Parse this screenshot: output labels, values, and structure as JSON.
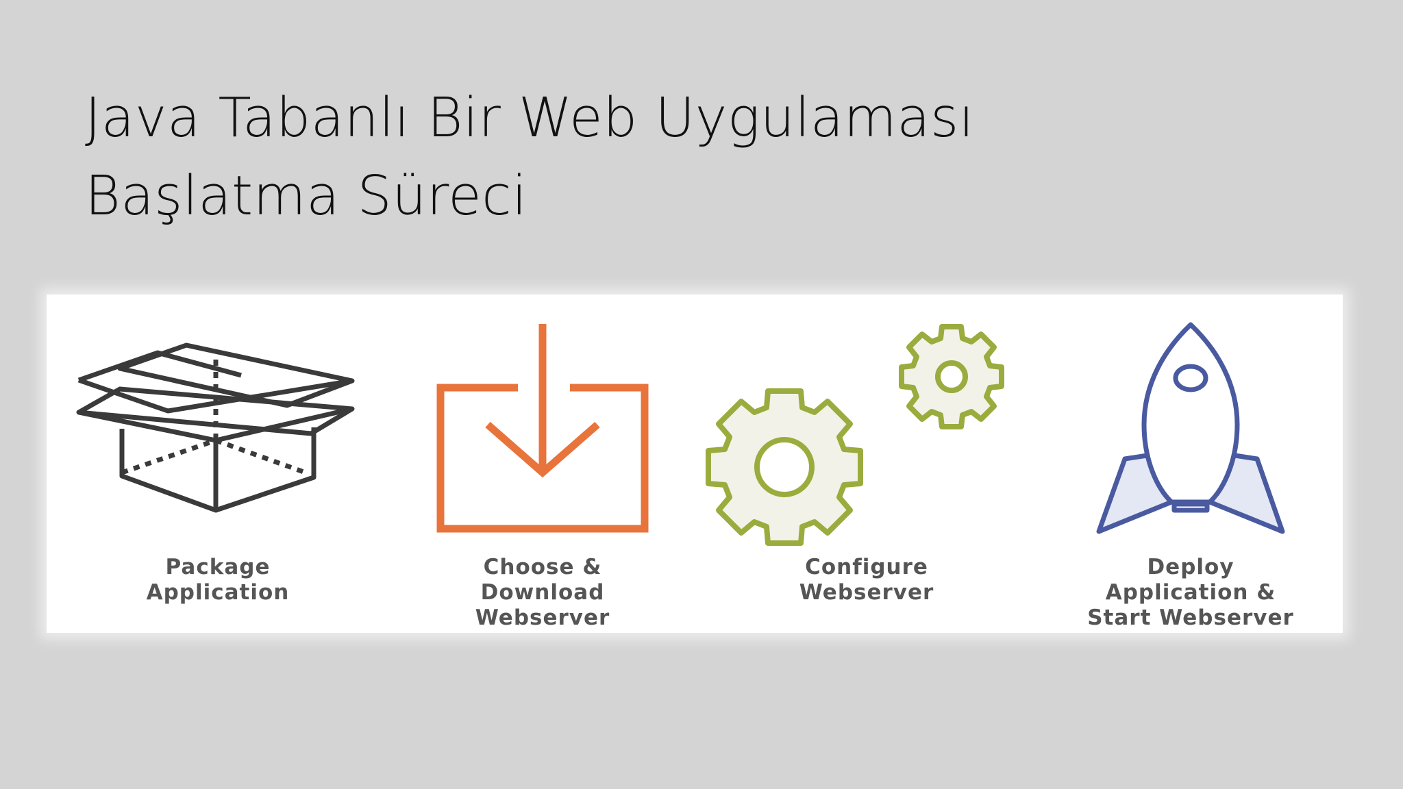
{
  "slide": {
    "title_lines": [
      "Java Tabanlı Bir Web Uygulaması",
      "Başlatma Süreci"
    ]
  },
  "steps": [
    {
      "icon": "box-icon",
      "color": "#3a3a3a",
      "label_lines": [
        "Package",
        "Application"
      ]
    },
    {
      "icon": "download-icon",
      "color": "#e8743c",
      "label_lines": [
        "Choose &",
        "Download",
        "Webserver"
      ]
    },
    {
      "icon": "gears-icon",
      "color": "#9aac3e",
      "label_lines": [
        "Configure",
        "Webserver"
      ]
    },
    {
      "icon": "rocket-icon",
      "color": "#4a5aa0",
      "label_lines": [
        "Deploy",
        "Application &",
        "Start Webserver"
      ]
    }
  ]
}
